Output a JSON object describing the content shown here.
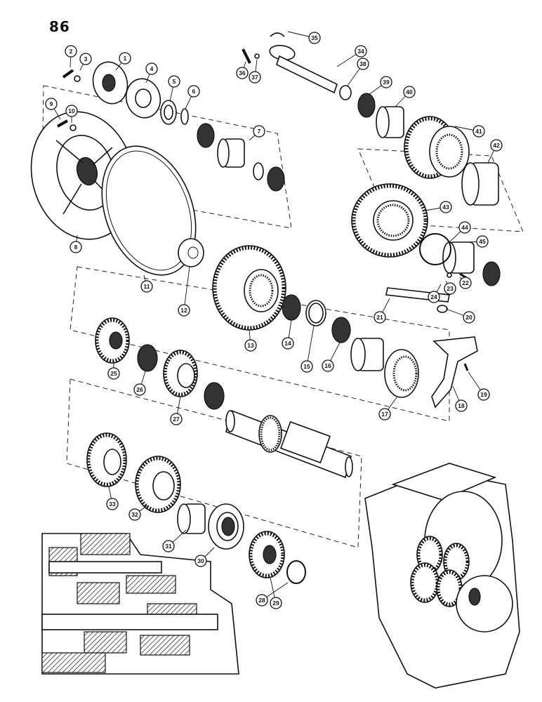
{
  "page_number": "86",
  "callouts": [
    "1",
    "2",
    "3",
    "4",
    "5",
    "6",
    "7",
    "8",
    "9",
    "10",
    "11",
    "12",
    "13",
    "14",
    "15",
    "16",
    "17",
    "18",
    "19",
    "20",
    "21",
    "22",
    "23",
    "24",
    "25",
    "26",
    "27",
    "28",
    "29",
    "30",
    "31",
    "32",
    "33",
    "34",
    "35",
    "36",
    "37",
    "38",
    "39",
    "40",
    "41",
    "42",
    "43",
    "44",
    "45"
  ]
}
